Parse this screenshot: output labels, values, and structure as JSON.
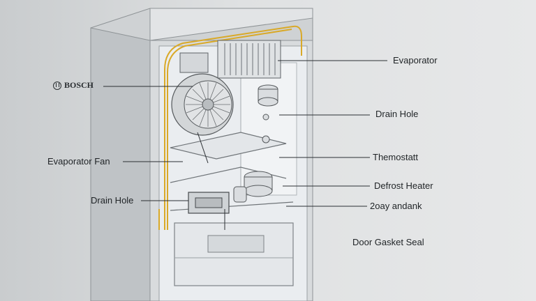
{
  "brand": {
    "name": "BOSCH",
    "icon": "bosch-logo-icon"
  },
  "labels": {
    "evaporator": "Evaporator",
    "drain_hole_right": "Drain Hole",
    "thermostat": "Themostatt",
    "defrost_heater": "Defrost Heater",
    "tray_and_tank": "2oay andank",
    "door_gasket_seal": "Door Gasket Seal",
    "evaporator_fan": "Evaporator Fan",
    "drain_hole_left": "Drain Hole"
  },
  "colors": {
    "cabinet": "#d6d8da",
    "interior": "#e8ebee",
    "wire": "#d9a928",
    "line": "#2b2f33"
  }
}
